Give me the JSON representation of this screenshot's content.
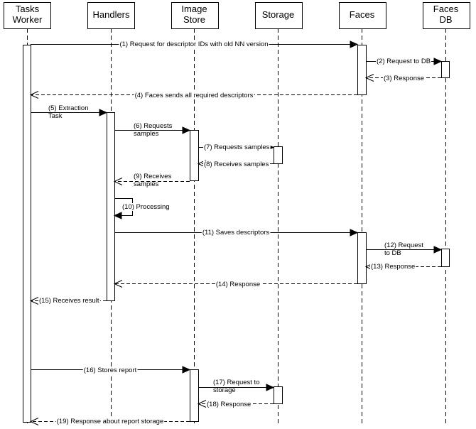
{
  "participants": [
    {
      "id": "worker",
      "lines": [
        "Tasks",
        "Worker"
      ]
    },
    {
      "id": "handlers",
      "lines": [
        "Handlers"
      ]
    },
    {
      "id": "imagestore",
      "lines": [
        "Image",
        "Store"
      ]
    },
    {
      "id": "storage",
      "lines": [
        "Storage"
      ]
    },
    {
      "id": "faces",
      "lines": [
        "Faces"
      ]
    },
    {
      "id": "facesdb",
      "lines": [
        "Faces",
        "DB"
      ]
    }
  ],
  "messages": [
    {
      "from": "worker",
      "to": "faces",
      "kind": "call",
      "lines": [
        "(1) Request for descriptor IDs with old NN version"
      ]
    },
    {
      "from": "faces",
      "to": "facesdb",
      "kind": "call",
      "lines": [
        "(2) Request to DB"
      ]
    },
    {
      "from": "facesdb",
      "to": "faces",
      "kind": "return",
      "lines": [
        "(3) Response"
      ]
    },
    {
      "from": "faces",
      "to": "worker",
      "kind": "return",
      "lines": [
        "(4) Faces sends all required descriptors"
      ]
    },
    {
      "from": "worker",
      "to": "handlers",
      "kind": "call",
      "lines": [
        "(5) Extraction",
        "Task"
      ]
    },
    {
      "from": "handlers",
      "to": "imagestore",
      "kind": "call",
      "lines": [
        "(6) Requests",
        "samples"
      ]
    },
    {
      "from": "imagestore",
      "to": "storage",
      "kind": "call",
      "lines": [
        "(7) Requests samples"
      ]
    },
    {
      "from": "storage",
      "to": "imagestore",
      "kind": "return",
      "lines": [
        "(8) Receives samples"
      ]
    },
    {
      "from": "imagestore",
      "to": "handlers",
      "kind": "return",
      "lines": [
        "(9) Receives",
        "samples"
      ]
    },
    {
      "from": "handlers",
      "to": "handlers",
      "kind": "self",
      "lines": [
        "(10) Processing"
      ]
    },
    {
      "from": "handlers",
      "to": "faces",
      "kind": "call",
      "lines": [
        "(11) Saves descriptors"
      ]
    },
    {
      "from": "faces",
      "to": "facesdb",
      "kind": "call",
      "lines": [
        "(12) Request",
        "to DB"
      ]
    },
    {
      "from": "facesdb",
      "to": "faces",
      "kind": "return",
      "lines": [
        "(13) Response"
      ]
    },
    {
      "from": "faces",
      "to": "handlers",
      "kind": "return",
      "lines": [
        "(14) Response"
      ]
    },
    {
      "from": "handlers",
      "to": "worker",
      "kind": "return",
      "lines": [
        "(15) Receives result"
      ]
    },
    {
      "from": "worker",
      "to": "imagestore",
      "kind": "call",
      "lines": [
        "(16) Stores report"
      ]
    },
    {
      "from": "imagestore",
      "to": "storage",
      "kind": "call",
      "lines": [
        "(17) Request to",
        "storage"
      ]
    },
    {
      "from": "storage",
      "to": "imagestore",
      "kind": "return",
      "lines": [
        "(18) Response"
      ]
    },
    {
      "from": "imagestore",
      "to": "worker",
      "kind": "return",
      "lines": [
        "(19) Response about report storage"
      ]
    }
  ]
}
